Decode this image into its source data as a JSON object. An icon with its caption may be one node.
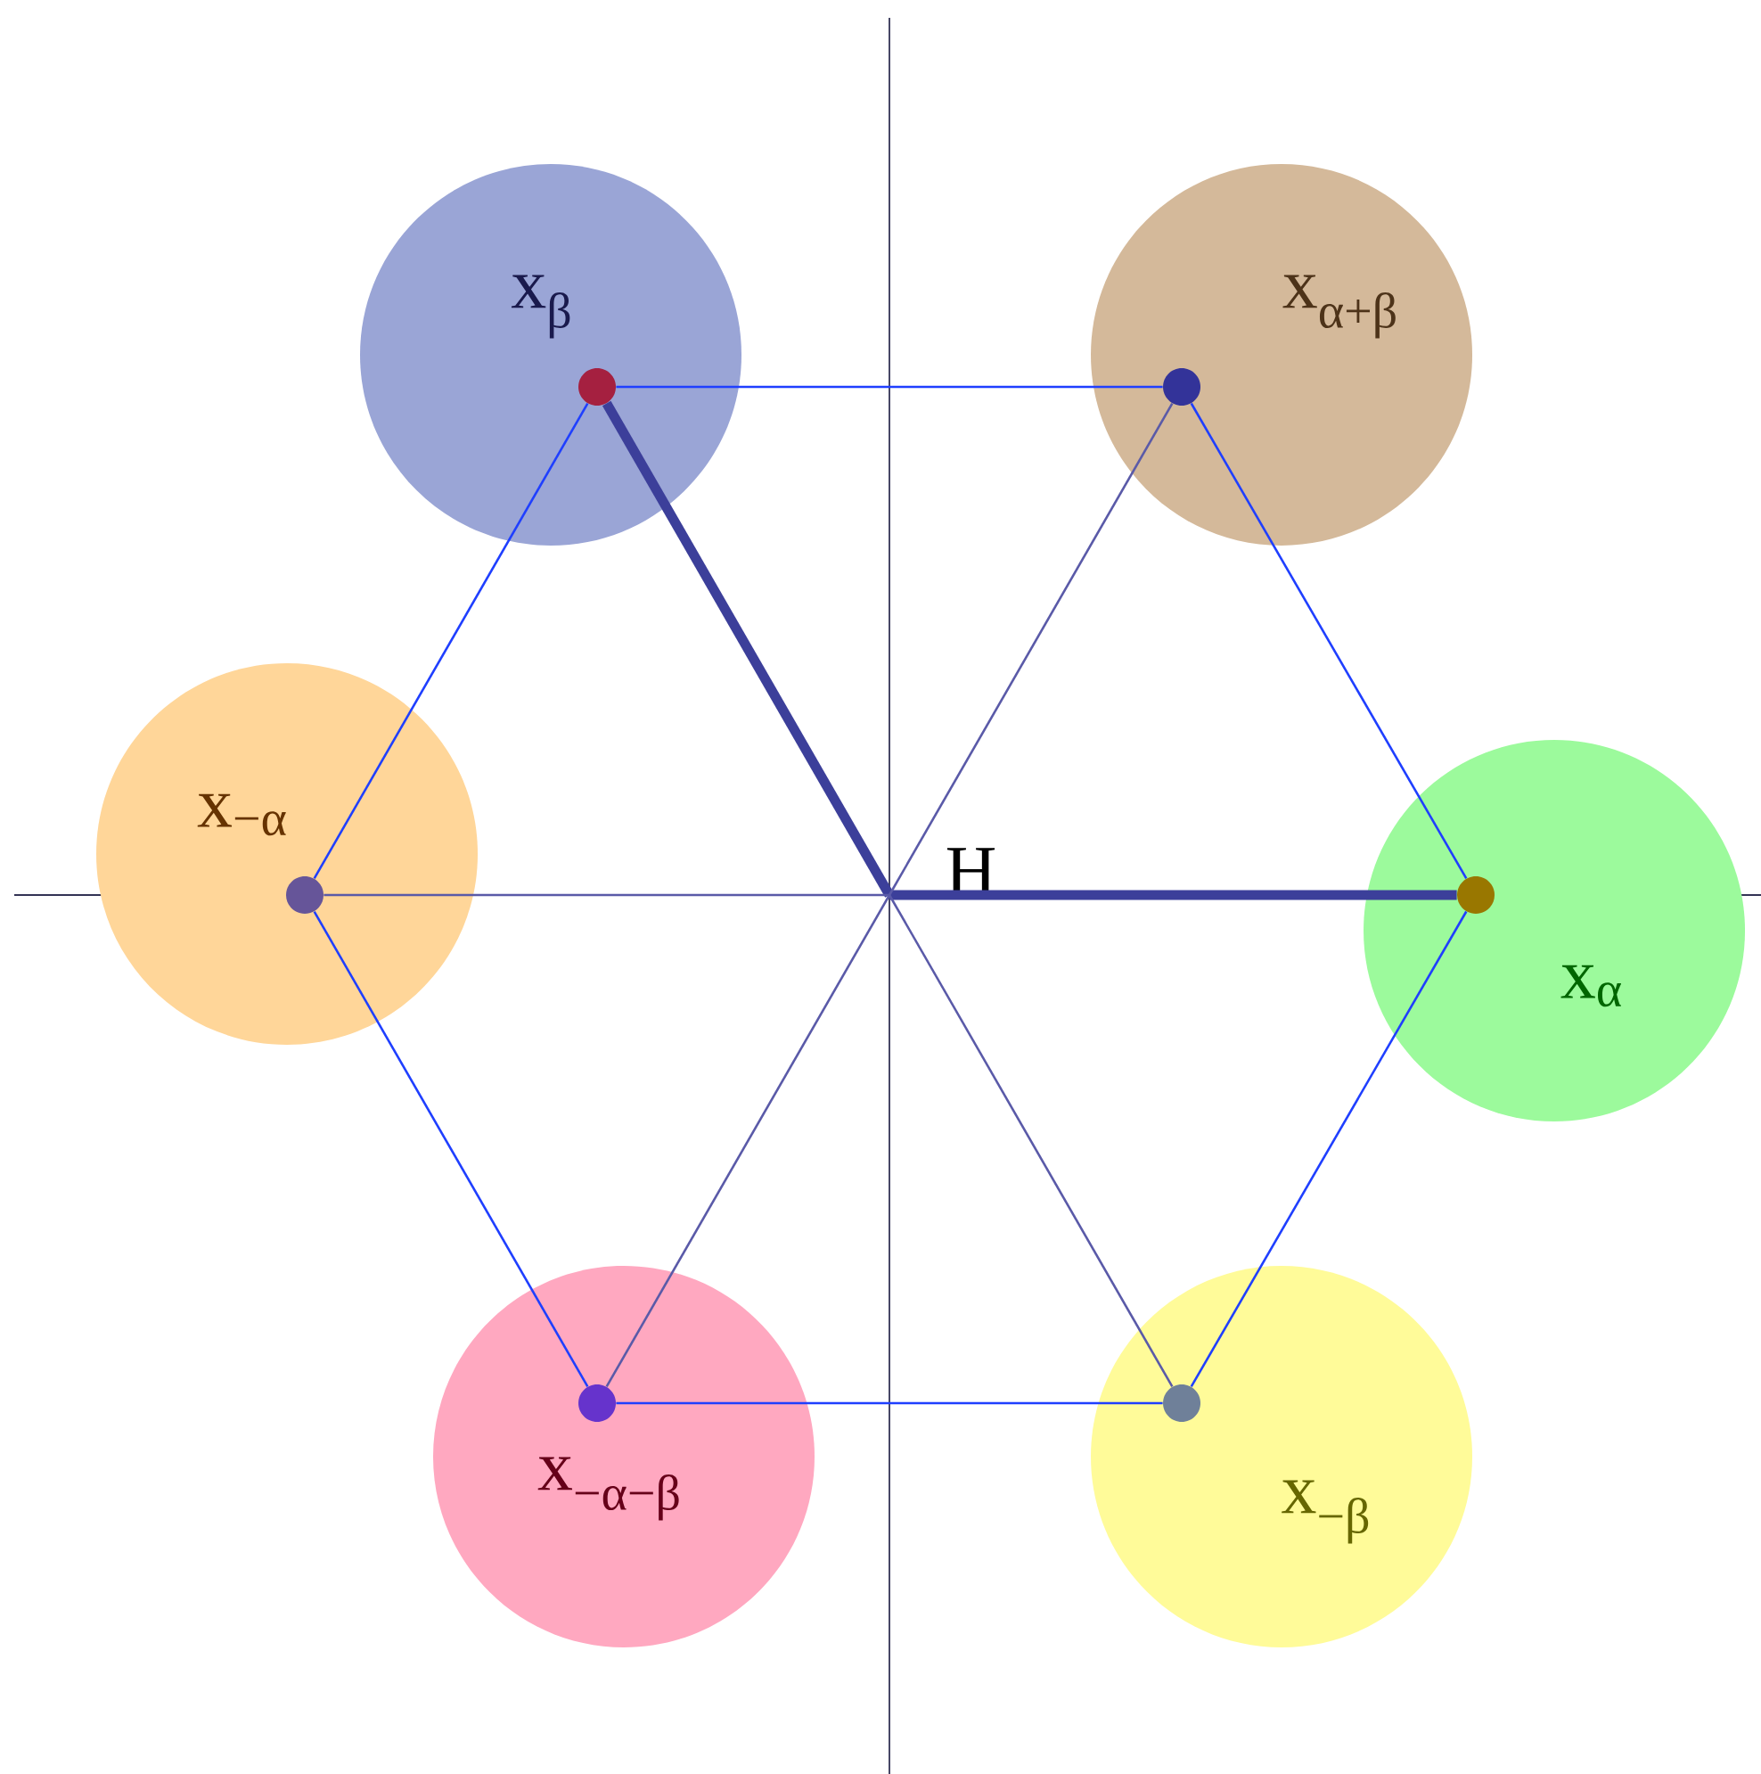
{
  "diagram": {
    "nodes": [
      {
        "text": [
          "x$_{β}$"
        ]
      },
      {
        "text": [],
        "shape": "circle",
        "in": 0
      },
      {
        "text": [
          "x$_{α+β}$"
        ]
      },
      {
        "text": [],
        "shape": "circle",
        "in": 2
      },
      {
        "text": [
          "x$_{−α}$"
        ]
      },
      {
        "text": [],
        "shape": "circle",
        "in": 4
      },
      {
        "text": [
          "H"
        ]
      },
      {
        "text": [
          "x$_{α}$"
        ]
      },
      {
        "text": [],
        "shape": "circle",
        "in": 7
      },
      {
        "text": [
          "x$_{−α−β}$"
        ]
      },
      {
        "text": [],
        "shape": "circle",
        "in": 9
      },
      {
        "text": [
          "x$_{−β}$"
        ]
      },
      {
        "text": [],
        "shape": "circle",
        "in": 11
      }
    ],
    "edges": [
      {
        "from": 1,
        "to": 3,
        "arrow": "none"
      },
      {
        "from": 3,
        "to": 8,
        "arrow": "none"
      },
      {
        "from": 8,
        "to": 12,
        "arrow": "none"
      },
      {
        "from": 12,
        "to": 10,
        "arrow": "none"
      },
      {
        "from": 10,
        "to": 5,
        "arrow": "none"
      },
      {
        "from": 5,
        "to": 1,
        "arrow": "none"
      },
      {
        "from": 6,
        "to": 1,
        "arrow": "none",
        "style": "thick",
        "color": "#3c3f9a"
      },
      {
        "from": 6,
        "to": 8,
        "arrow": "none",
        "style": "thick",
        "color": "#3c3f9a"
      },
      {
        "from": 6,
        "to": 3,
        "arrow": "none",
        "color": "#5a5aa8"
      },
      {
        "from": 6,
        "to": 5,
        "arrow": "none",
        "color": "#5a5aa8"
      },
      {
        "from": 6,
        "to": 10,
        "arrow": "none",
        "color": "#5a5aa8"
      },
      {
        "from": 6,
        "to": 12,
        "arrow": "none",
        "color": "#5a5aa8"
      }
    ]
  }
}
